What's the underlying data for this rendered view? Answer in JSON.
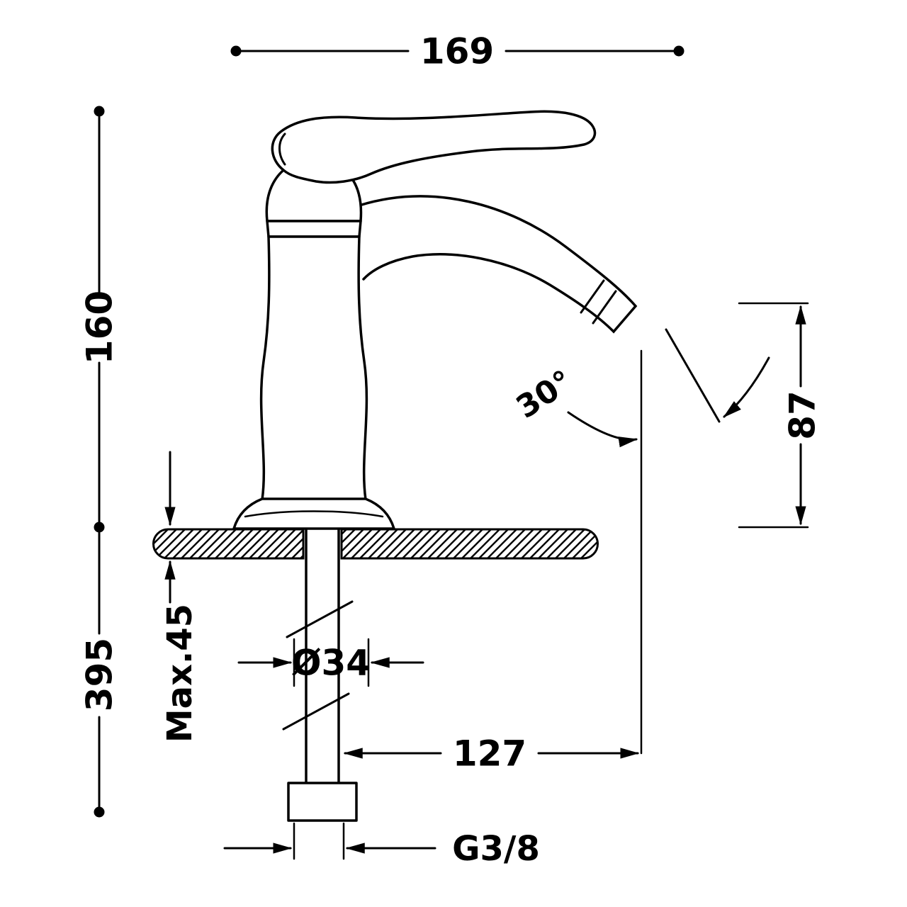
{
  "colors": {
    "line": "#000000",
    "background": "#ffffff"
  },
  "dimensions": {
    "top_width": "169",
    "upper_height": "160",
    "lower_height": "395",
    "deck_thickness": "Max.45",
    "hole_diameter": "Ø34",
    "reach": "127",
    "spout_height": "87",
    "spout_angle": "30°",
    "thread": "G3/8"
  }
}
